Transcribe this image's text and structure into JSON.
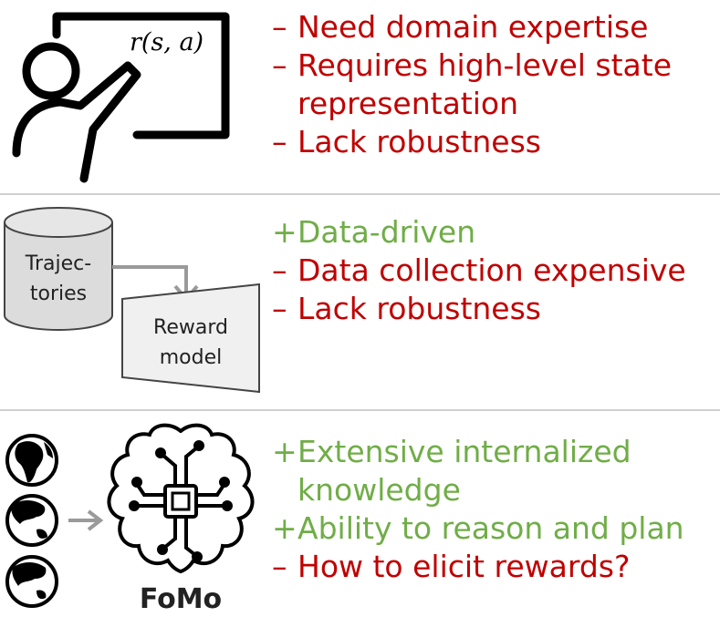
{
  "panels": [
    {
      "illustration": {
        "icon": "teacher-at-board-icon",
        "board_formula": "r(s, a)"
      },
      "bullets": [
        {
          "sign": "–",
          "text": "Need domain expertise",
          "kind": "negative"
        },
        {
          "sign": "–",
          "text": "Requires high-level state",
          "kind": "negative"
        },
        {
          "sign": "",
          "text": "representation",
          "kind": "negative"
        },
        {
          "sign": "–",
          "text": "Lack robustness",
          "kind": "negative"
        }
      ]
    },
    {
      "illustration": {
        "database_label_1": "Trajec-",
        "database_label_2": "tories",
        "model_label_1": "Reward",
        "model_label_2": "model"
      },
      "bullets": [
        {
          "sign": "+",
          "text": "Data-driven",
          "kind": "positive"
        },
        {
          "sign": "–",
          "text": "Data collection expensive",
          "kind": "negative"
        },
        {
          "sign": "–",
          "text": "Lack robustness",
          "kind": "negative"
        }
      ]
    },
    {
      "illustration": {
        "globe_icons": [
          "globe-africa-icon",
          "globe-asia-icon",
          "globe-asia-icon"
        ],
        "brain_icon": "circuit-brain-icon",
        "model_label": "FoMo"
      },
      "bullets": [
        {
          "sign": "+",
          "text": "Extensive internalized",
          "kind": "positive"
        },
        {
          "sign": "",
          "text": "knowledge",
          "kind": "positive"
        },
        {
          "sign": "+",
          "text": "Ability to reason and plan",
          "kind": "positive"
        },
        {
          "sign": "–",
          "text": "How to elicit rewards?",
          "kind": "negative"
        }
      ]
    }
  ],
  "colors": {
    "negative": "#c00000",
    "positive": "#70ad47",
    "divider": "#d0d0d0",
    "icon": "#000000",
    "diagram_gray": "#9a9a9a"
  }
}
